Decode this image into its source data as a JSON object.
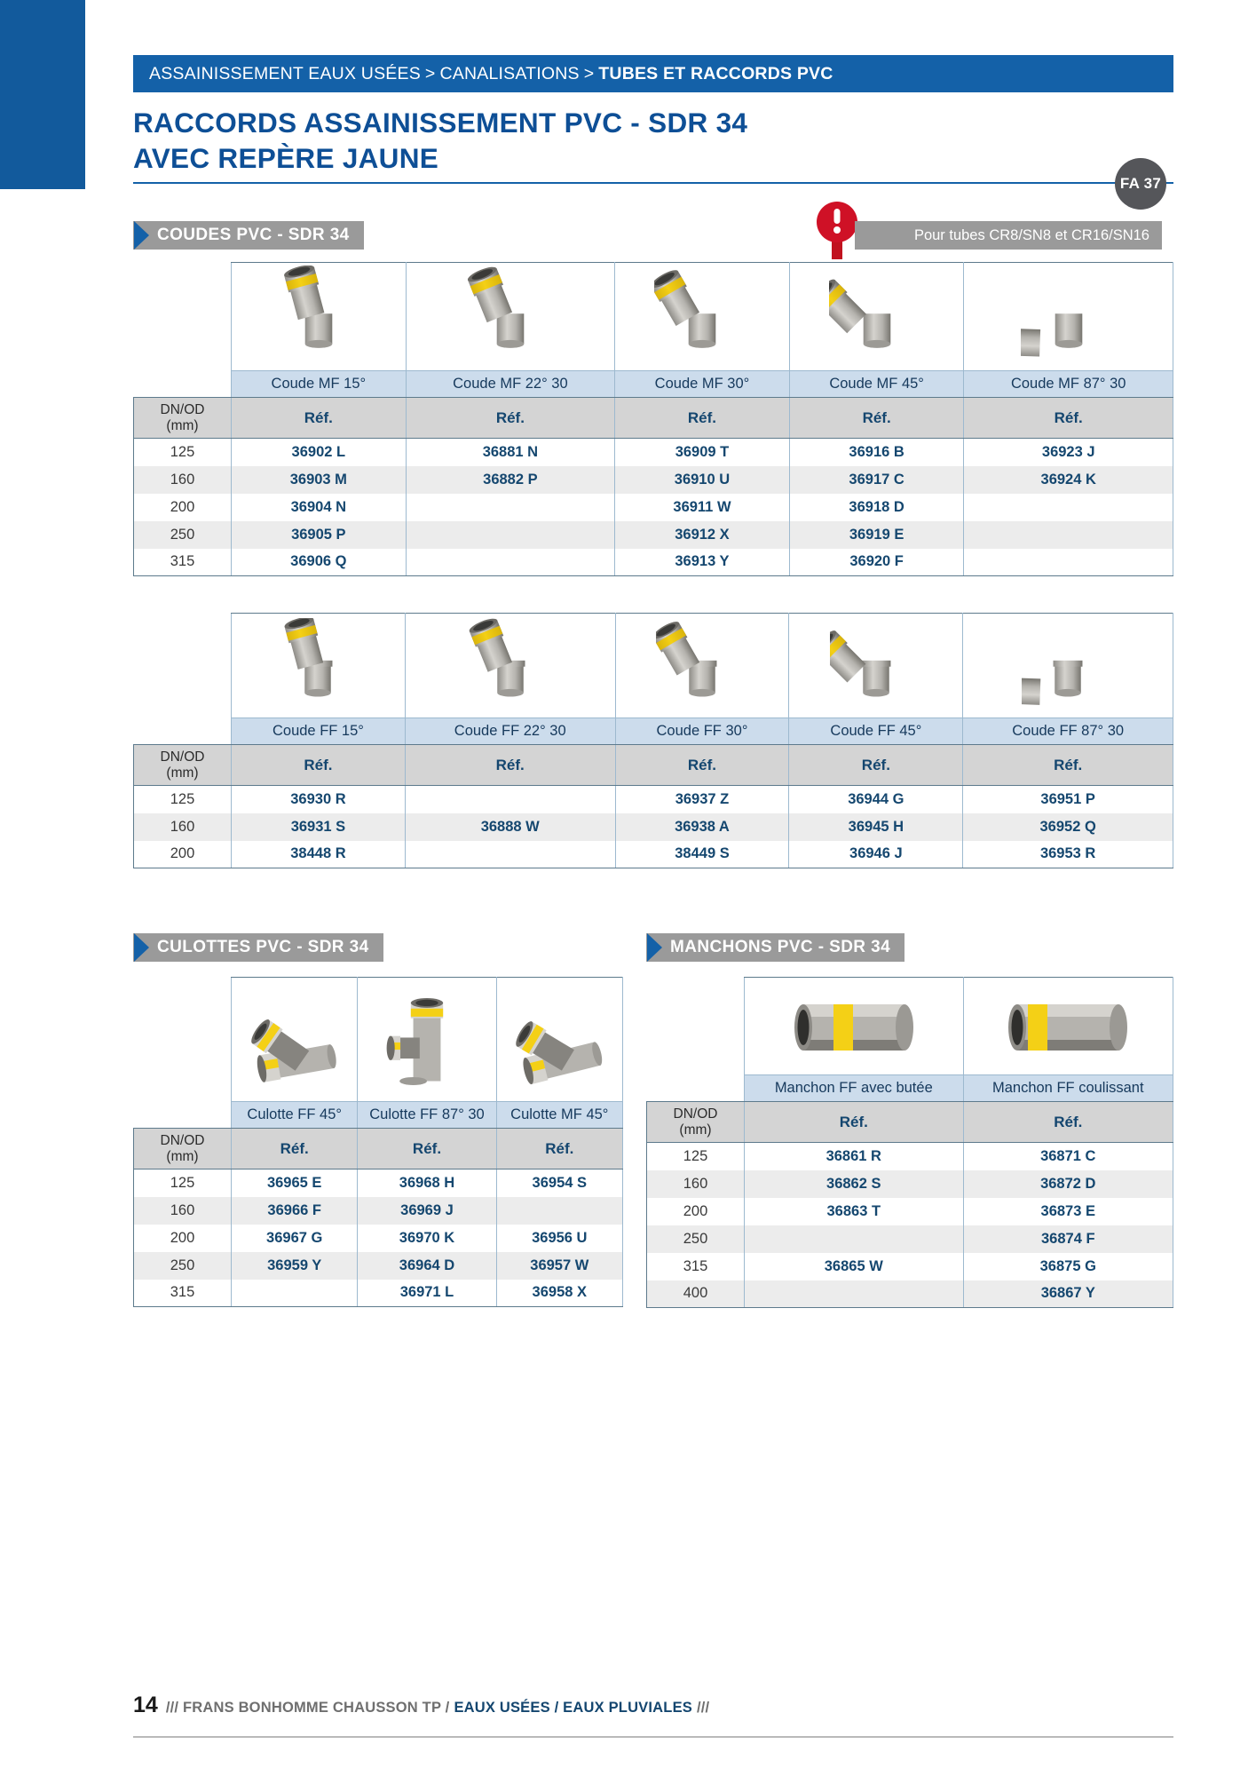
{
  "breadcrumb": {
    "part1": "ASSAINISSEMENT EAUX USÉES",
    "sep1": ">",
    "part2": "CANALISATIONS",
    "sep2": ">",
    "part3": "TUBES ET RACCORDS PVC"
  },
  "page_title": {
    "line1": "RACCORDS ASSAINISSEMENT PVC - SDR 34",
    "line2": "AVEC REPÈRE JAUNE"
  },
  "fa_badge": {
    "label": "FA 37"
  },
  "note": {
    "text": "Pour tubes CR8/SN8 et CR16/SN16",
    "icon": "warning-exclamation-icon"
  },
  "sections": {
    "coudes": {
      "label": "COUDES PVC - SDR 34"
    },
    "culottes": {
      "label": "CULOTTES PVC - SDR 34"
    },
    "manchons": {
      "label": "MANCHONS  PVC - SDR 34"
    }
  },
  "common": {
    "dn_label_line1": "DN/OD",
    "dn_label_line2": "(mm)",
    "ref_label": "Réf."
  },
  "table_coude_mf": {
    "columns": [
      "Coude MF 15°",
      "Coude MF 22° 30",
      "Coude MF 30°",
      "Coude MF 45°",
      "Coude MF 87° 30"
    ],
    "rows": [
      {
        "dn": "125",
        "refs": [
          "36902 L",
          "36881 N",
          "36909 T",
          "36916 B",
          "36923 J"
        ]
      },
      {
        "dn": "160",
        "refs": [
          "36903 M",
          "36882 P",
          "36910 U",
          "36917 C",
          "36924 K"
        ]
      },
      {
        "dn": "200",
        "refs": [
          "36904 N",
          "",
          "36911 W",
          "36918 D",
          ""
        ]
      },
      {
        "dn": "250",
        "refs": [
          "36905 P",
          "",
          "36912 X",
          "36919 E",
          ""
        ]
      },
      {
        "dn": "315",
        "refs": [
          "36906 Q",
          "",
          "36913 Y",
          "36920 F",
          ""
        ]
      }
    ]
  },
  "table_coude_ff": {
    "columns": [
      "Coude FF 15°",
      "Coude FF 22° 30",
      "Coude FF 30°",
      "Coude FF 45°",
      "Coude FF 87° 30"
    ],
    "rows": [
      {
        "dn": "125",
        "refs": [
          "36930 R",
          "",
          "36937 Z",
          "36944 G",
          "36951 P"
        ]
      },
      {
        "dn": "160",
        "refs": [
          "36931 S",
          "36888 W",
          "36938 A",
          "36945 H",
          "36952 Q"
        ]
      },
      {
        "dn": "200",
        "refs": [
          "38448 R",
          "",
          "38449 S",
          "36946 J",
          "36953 R"
        ]
      }
    ]
  },
  "table_culottes": {
    "columns": [
      "Culotte FF 45°",
      "Culotte FF 87° 30",
      "Culotte MF 45°"
    ],
    "rows": [
      {
        "dn": "125",
        "refs": [
          "36965 E",
          "36968 H",
          "36954 S"
        ]
      },
      {
        "dn": "160",
        "refs": [
          "36966 F",
          "36969 J",
          ""
        ]
      },
      {
        "dn": "200",
        "refs": [
          "36967 G",
          "36970 K",
          "36956 U"
        ]
      },
      {
        "dn": "250",
        "refs": [
          "36959 Y",
          "36964 D",
          "36957 W"
        ]
      },
      {
        "dn": "315",
        "refs": [
          "",
          "36971 L",
          "36958 X"
        ]
      }
    ]
  },
  "table_manchons": {
    "columns": [
      "Manchon FF avec butée",
      "Manchon FF coulissant"
    ],
    "rows": [
      {
        "dn": "125",
        "refs": [
          "36861 R",
          "36871 C"
        ]
      },
      {
        "dn": "160",
        "refs": [
          "36862 S",
          "36872 D"
        ]
      },
      {
        "dn": "200",
        "refs": [
          "36863 T",
          "36873 E"
        ]
      },
      {
        "dn": "250",
        "refs": [
          "",
          "36874 F"
        ]
      },
      {
        "dn": "315",
        "refs": [
          "36865 W",
          "36875 G"
        ]
      },
      {
        "dn": "400",
        "refs": [
          "",
          "36867 Y"
        ]
      }
    ]
  },
  "footer": {
    "page_number": "14",
    "company": "/// FRANS BONHOMME CHAUSSON TP /",
    "categories": "EAUX USÉES / EAUX PLUVIALES",
    "tail": "///"
  }
}
